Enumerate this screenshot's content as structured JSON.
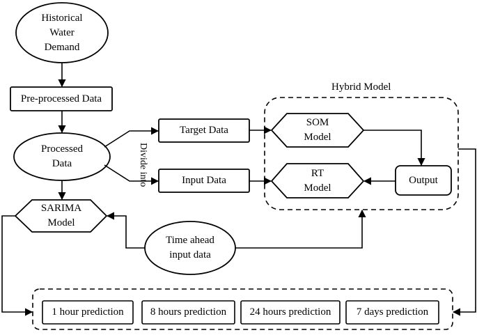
{
  "nodes": {
    "historical": "Historical\nWater\nDemand",
    "preprocessed": "Pre-processed Data",
    "processed": "Processed\nData",
    "divide": "Divide\ninto",
    "target": "Target Data",
    "input": "Input Data",
    "som": "SOM\nModel",
    "rt": "RT\nModel",
    "output": "Output",
    "sarima": "SARIMA\nModel",
    "timeahead": "Time ahead\ninput data",
    "hybrid_title": "Hybrid Model"
  },
  "predictions": [
    "1 hour prediction",
    "8 hours prediction",
    "24 hours prediction",
    "7 days prediction"
  ]
}
